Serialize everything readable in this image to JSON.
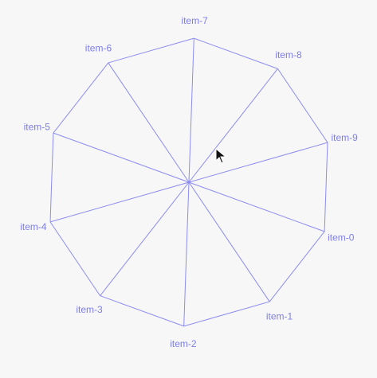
{
  "chart_data": {
    "type": "radar",
    "labels": [
      "item-0",
      "item-1",
      "item-2",
      "item-3",
      "item-4",
      "item-5",
      "item-6",
      "item-7",
      "item-8",
      "item-9"
    ],
    "values": [
      1,
      1,
      1,
      1,
      1,
      1,
      1,
      1,
      1,
      1
    ]
  },
  "cursor": {
    "icon": "mouse-pointer-icon"
  },
  "colors": {
    "stroke": "#8c8cf0",
    "label": "#7e7ee8",
    "background": "#f7f7f7"
  }
}
